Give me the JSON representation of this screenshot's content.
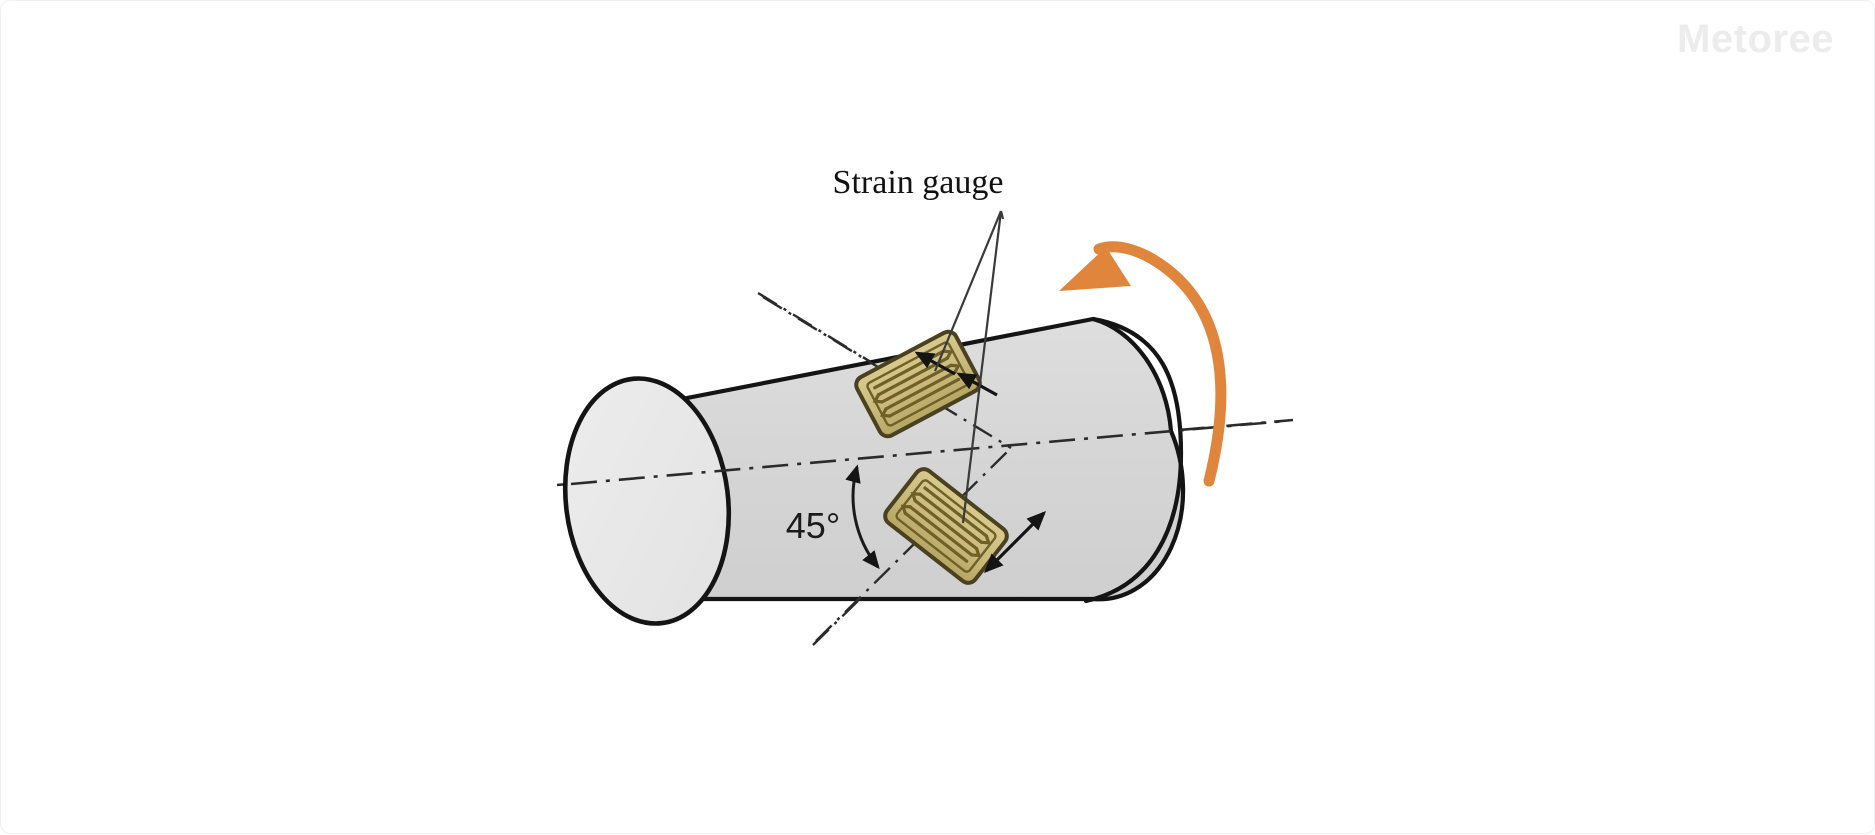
{
  "figure": {
    "kind": "diagram",
    "subject": "Strain gauges mounted at 45 degrees on a shaft under torsion",
    "background_color": "#ffffff"
  },
  "watermark": {
    "text": "Metoree",
    "color": "#ececec"
  },
  "labels": {
    "strain_gauge": "Strain gauge",
    "angle": "45°"
  },
  "colors": {
    "cylinder_body": "#d4d4d4",
    "cylinder_body_light": "#dcdcdc",
    "cylinder_end_face": "#e9e9e9",
    "outline": "#141414",
    "gauge_backing": "#cfc184",
    "gauge_backing_dark": "#b8a863",
    "gauge_grid": "#6e6027",
    "gauge_outline": "#4a4120",
    "torque_arrow": "#e0853c",
    "centerline": "#2b2b2b",
    "leader_line": "#3a3a3a"
  },
  "elements": {
    "cylinder": {
      "name": "shaft",
      "orientation": "tilted, axis running lower-left to upper-right"
    },
    "axis_line": {
      "style": "dash-dot",
      "label": "shaft centerline"
    },
    "principal_axes": {
      "style": "dash-dot",
      "count": 2,
      "description": "45 degree helical principal stress directions"
    },
    "gauges": [
      {
        "id": "gauge-upper",
        "rotation_deg": -28,
        "arrow": "single-pair",
        "position": "upper surface"
      },
      {
        "id": "gauge-lower",
        "rotation_deg": 38,
        "arrow": "double-headed",
        "position": "lower surface"
      }
    ],
    "torque_arrow": {
      "direction": "counterclockwise",
      "position": "right end of shaft"
    },
    "angle_arc": {
      "value_deg": 45,
      "between": [
        "centerline",
        "principal axis"
      ]
    }
  }
}
